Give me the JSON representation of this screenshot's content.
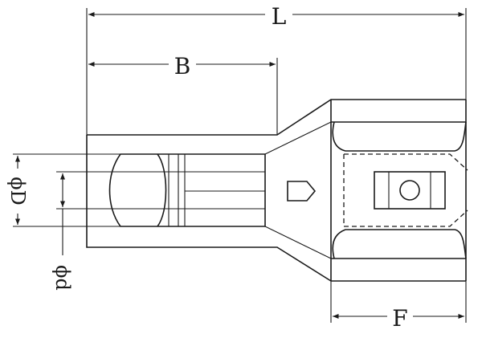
{
  "dimensions": {
    "overall_length": "L",
    "insulation_length": "B",
    "receptacle_length": "F",
    "outer_diameter": "ϕD",
    "inner_diameter": "ϕd"
  },
  "colors": {
    "line": "#1a1a1a",
    "background": "#ffffff"
  }
}
